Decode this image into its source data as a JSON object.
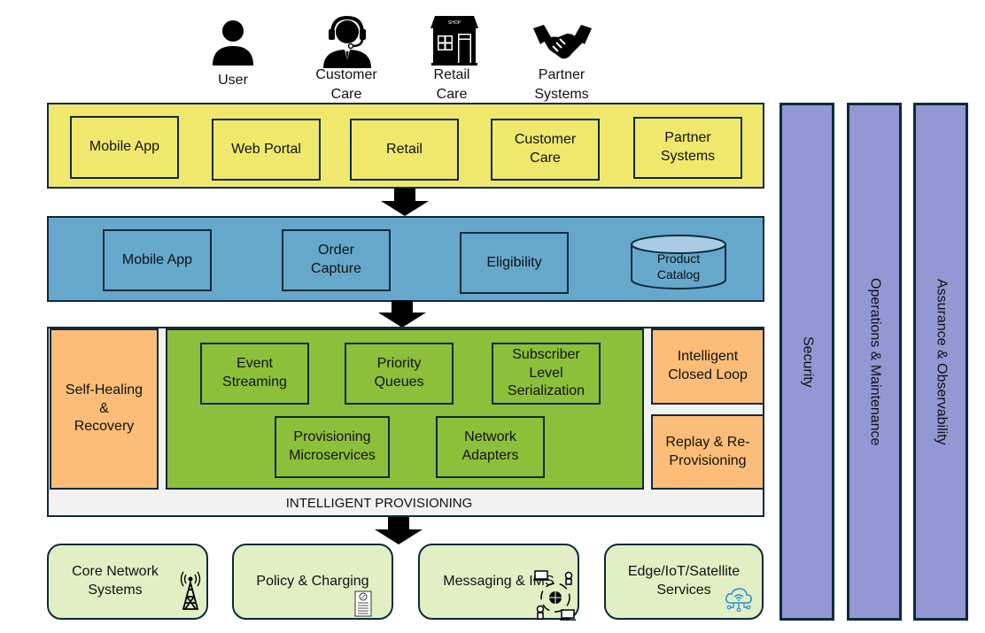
{
  "actors": [
    {
      "label": "User",
      "icon": "user-icon"
    },
    {
      "label": "Customer\nCare",
      "icon": "headset-agent-icon"
    },
    {
      "label": "Retail\nCare",
      "icon": "shop-icon",
      "icon_text": "SHOP"
    },
    {
      "label": "Partner\nSystems",
      "icon": "handshake-icon"
    }
  ],
  "channels_layer": {
    "color": "#f0e86d",
    "items": [
      "Mobile App",
      "Web Portal",
      "Retail",
      "Customer\nCare",
      "Partner\nSystems"
    ]
  },
  "order_layer": {
    "color": "#66a8cc",
    "items": [
      "Mobile App",
      "Order\nCapture",
      "Eligibility"
    ],
    "database": "Product\nCatalog"
  },
  "provisioning_layer": {
    "title": "INTELLIGENT PROVISIONING",
    "left": "Self-Healing\n&\nRecovery",
    "core_color": "#8dc03a",
    "core_items": [
      "Event\nStreaming",
      "Priority\nQueues",
      "Subscriber\nLevel\nSerialization",
      "Provisioning\nMicroservices",
      "Network\nAdapters"
    ],
    "right_items": [
      "Intelligent\nClosed Loop",
      "Replay & Re-\nProvisioning"
    ]
  },
  "downstream": [
    {
      "label": "Core Network\nSystems",
      "icon": "cell-tower-icon"
    },
    {
      "label": "Policy & Charging",
      "icon": "invoice-document-icon"
    },
    {
      "label": "Messaging & IMS",
      "icon": "network-globe-icon"
    },
    {
      "label": "Edge/IoT/Satellite\nServices",
      "icon": "cloud-wifi-icon"
    }
  ],
  "cross_cutting": [
    "Security",
    "Operations & Maintenance",
    "Assurance & Observability"
  ],
  "colors": {
    "yellow": "#f0e86d",
    "blue": "#66a8cc",
    "green": "#8dc03a",
    "orange": "#fbbd77",
    "grey": "#f2f2f2",
    "purple": "#9397d4",
    "light_green": "#e2efc5",
    "border": "#0e2a3a"
  }
}
